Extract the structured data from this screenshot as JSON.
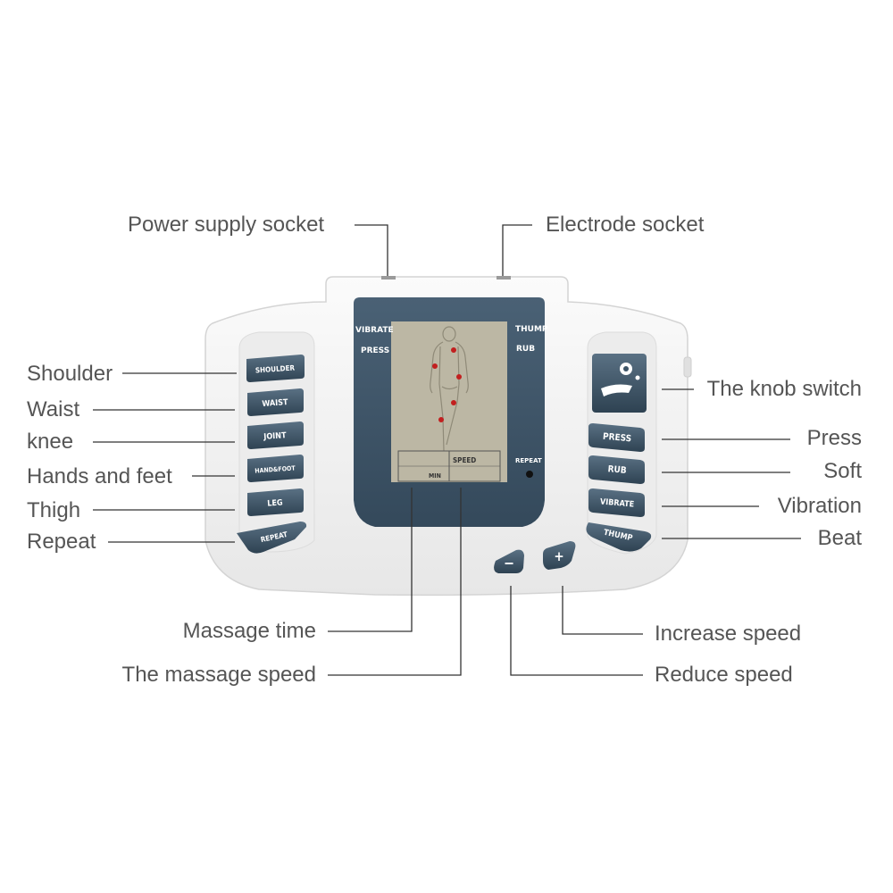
{
  "callouts": {
    "power_supply_socket": "Power supply socket",
    "electrode_socket": "Electrode socket",
    "shoulder": "Shoulder",
    "waist": "Waist",
    "knee": "knee",
    "hands_and_feet": "Hands and feet",
    "thigh": "Thigh",
    "repeat": "Repeat",
    "knob_switch": "The knob switch",
    "press": "Press",
    "soft": "Soft",
    "vibration": "Vibration",
    "beat": "Beat",
    "massage_time": "Massage time",
    "massage_speed": "The massage speed",
    "increase_speed": "Increase speed",
    "reduce_speed": "Reduce speed"
  },
  "device": {
    "left_buttons": [
      "SHOULDER",
      "WAIST",
      "JOINT",
      "HAND&FOOT",
      "LEG",
      "REPEAT"
    ],
    "right_buttons": [
      "PRESS",
      "RUB",
      "VIBRATE",
      "THUMP"
    ],
    "minus_label": "−",
    "plus_label": "+",
    "screen": {
      "vibrate": "VIBRATE",
      "press": "PRESS",
      "thump": "THUMP",
      "rub": "RUB",
      "repeat": "REPEAT",
      "speed": "SPEED",
      "min": "MIN"
    }
  },
  "colors": {
    "device_body": "#f4f4f4",
    "bezel": "#40566a",
    "lcd": "#bdb8a6",
    "button": "#3d5467",
    "callout_text": "#555555",
    "leader_line": "#333333"
  }
}
